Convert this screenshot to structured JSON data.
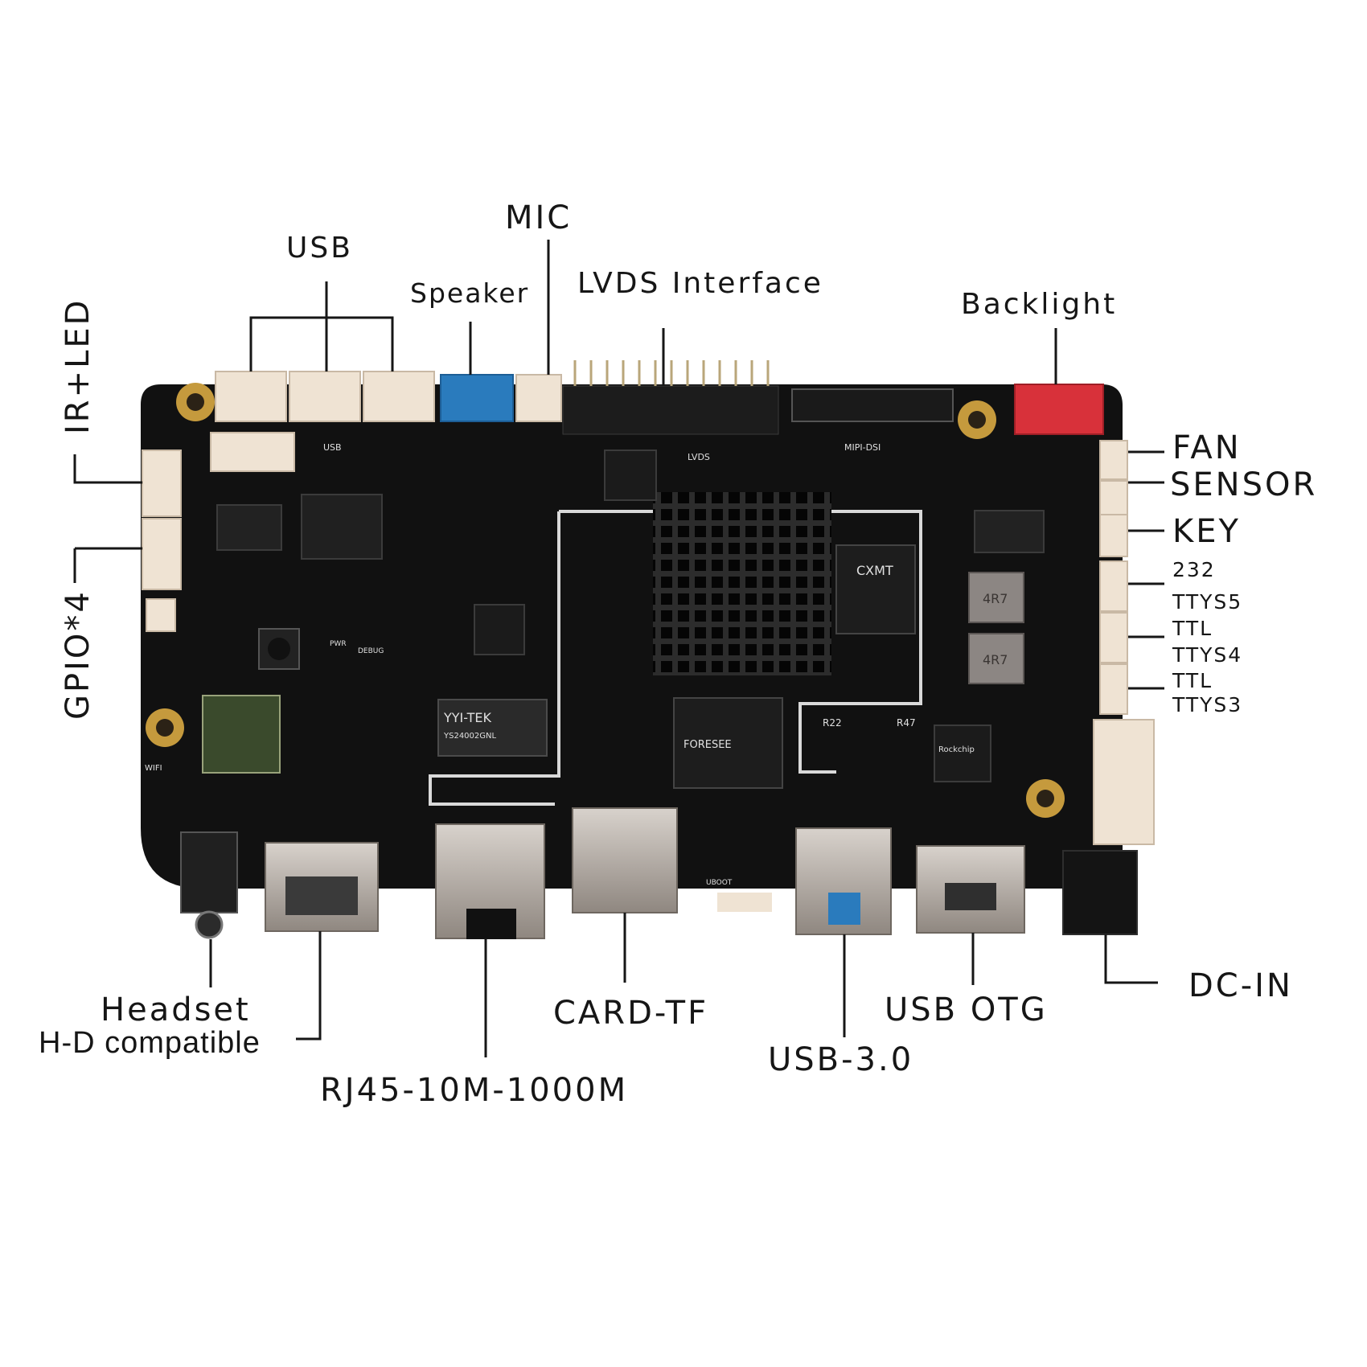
{
  "labels": {
    "usb": "USB",
    "mic": "MIC",
    "speaker": "Speaker",
    "lvds": "LVDS Interface",
    "backlight": "Backlight",
    "ir_led": "IR+LED",
    "gpio": "GPIO*4",
    "fan": "FAN",
    "sensor": "SENSOR",
    "key": "KEY",
    "rs232": "232",
    "ttys5": "TTYS5",
    "ttl_a": "TTL",
    "ttys4": "TTYS4",
    "ttl_b": "TTL",
    "ttys3": "TTYS3",
    "headset": "Headset",
    "hd": "H-D compatible",
    "rj45": "RJ45-10M-1000M",
    "card": "CARD-TF",
    "usb3": "USB-3.0",
    "usb_otg": "USB OTG",
    "dc_in": "DC-IN"
  },
  "board_text": {
    "lvds_silk": "LVDS",
    "mipi": "MIPI-DSI",
    "usb_silk": "USB",
    "chip_eth": "YYI-TEK",
    "chip_eth2": "YS24002GNL",
    "ind_a": "4R7",
    "ind_b": "4R7",
    "res_a": "R22",
    "res_b": "R47",
    "wifi": "WIFI",
    "debug": "DEBUG",
    "pwr": "PWR",
    "uboot": "UBOOT",
    "flash": "FORESEE",
    "ram": "CXMT",
    "pmic": "Rockchip"
  },
  "colors": {
    "board": "#111111",
    "connector_white": "#efe3d3",
    "connector_blue": "#2a7bbd",
    "connector_red": "#d8313a",
    "metal": "#b9b2ab",
    "gold": "#c59a3d"
  }
}
